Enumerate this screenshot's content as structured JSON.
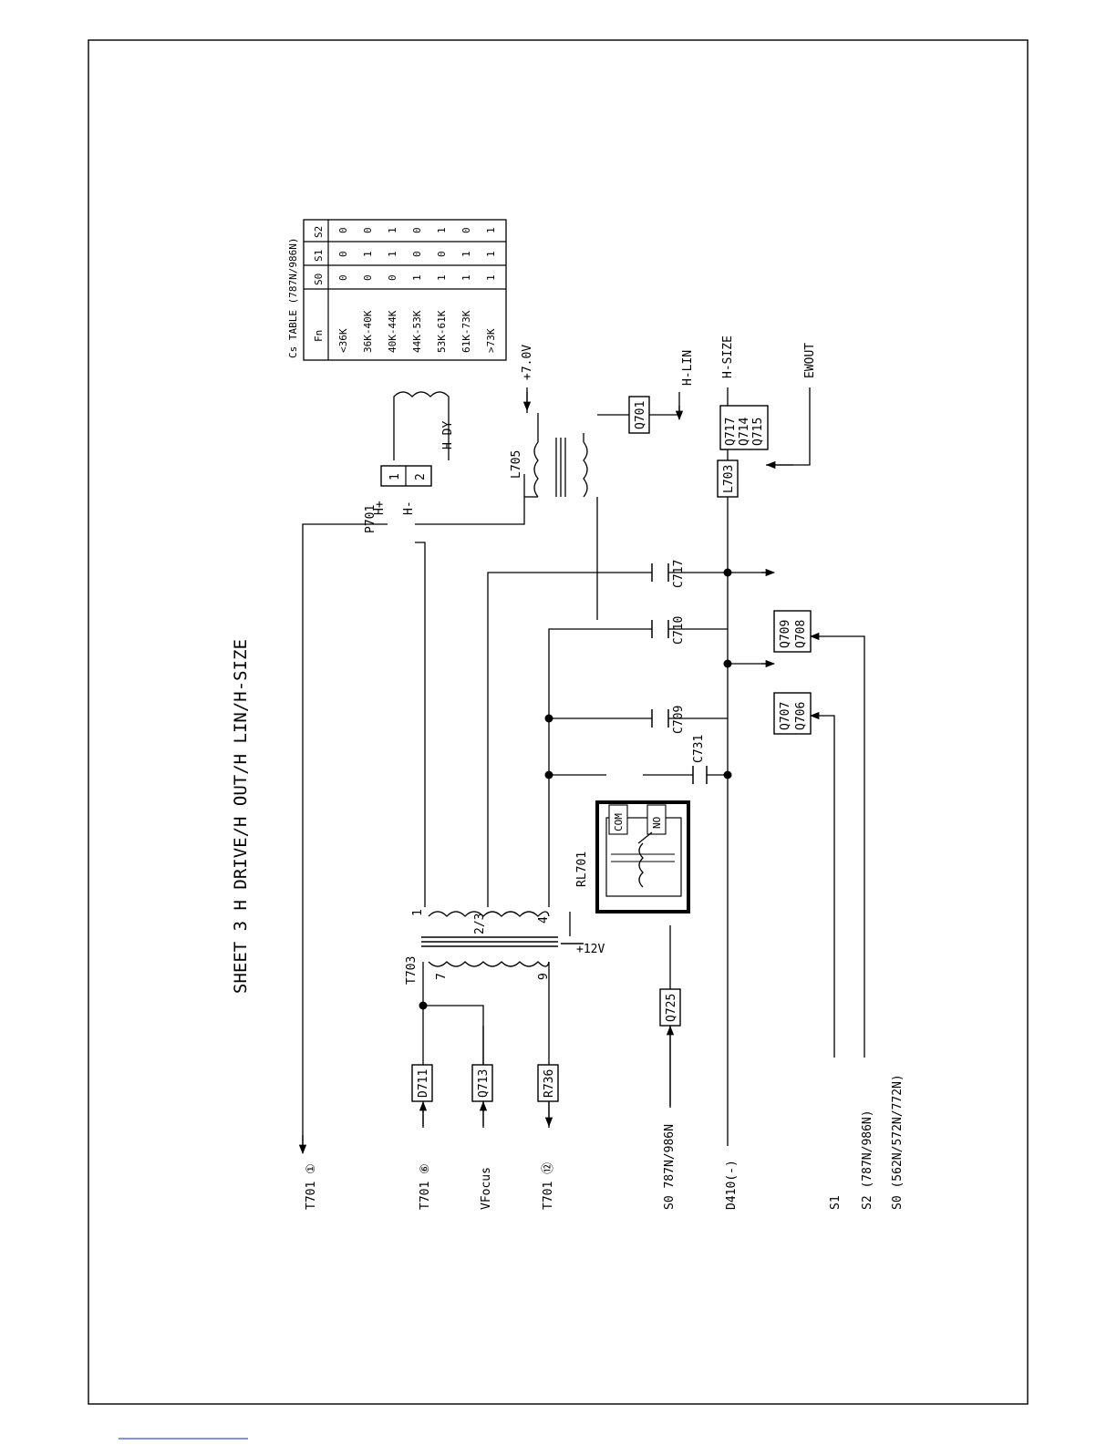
{
  "sheet_title": "SHEET 3    H DRIVE/H OUT/H LIN/H-SIZE",
  "table": {
    "title": "Cs TABLE (787N/986N)",
    "headers": [
      "Fn",
      "S0",
      "S1",
      "S2"
    ],
    "rows": [
      [
        "<36K",
        "0",
        "0",
        "0"
      ],
      [
        "36K-40K",
        "0",
        "1",
        "0"
      ],
      [
        "40K-44K",
        "0",
        "1",
        "1"
      ],
      [
        "44K-53K",
        "1",
        "0",
        "0"
      ],
      [
        "53K-61K",
        "1",
        "0",
        "1"
      ],
      [
        "61K-73K",
        "1",
        "1",
        "0"
      ],
      [
        ">73K",
        "1",
        "1",
        "1"
      ]
    ]
  },
  "signals": {
    "t701_1": "T701 ①",
    "t701_6": "T701 ⑥",
    "vfocus": "VFocus",
    "t701_12": "T701 ⑫",
    "s0_787": "S0 787N/986N",
    "d410": "D410(-)",
    "s1": "S1",
    "s2": "S2 (787N/986N)",
    "s0_562": "S0 (562N/572N/772N)",
    "plus7v": "+7.0V",
    "hlin": "H-LIN",
    "hsize": "H-SIZE",
    "ewout": "EWOUT",
    "plus12v": "+12V"
  },
  "components": {
    "d711": "D711",
    "q713": "Q713",
    "r736": "R736",
    "q725": "Q725",
    "t703": "T703",
    "rl701": "RL701",
    "com": "COM",
    "no": "NO",
    "c731": "C731",
    "c709": "C709",
    "c710": "C710",
    "c717": "C717",
    "q707_q706": "Q707\nQ706",
    "q709_q708": "Q709\nQ708",
    "l703": "L703",
    "q717_q714_q715": "Q717\nQ714\nQ715",
    "l705": "L705",
    "q701": "Q701",
    "p701": "P701",
    "hdy": "H DY",
    "hplus": "H+",
    "hminus": "H-",
    "p1": "1",
    "p2": "2"
  },
  "pins": {
    "pin7": "7",
    "pin9": "9",
    "pin1": "1",
    "pin23": "2/3",
    "pin4": "4"
  }
}
